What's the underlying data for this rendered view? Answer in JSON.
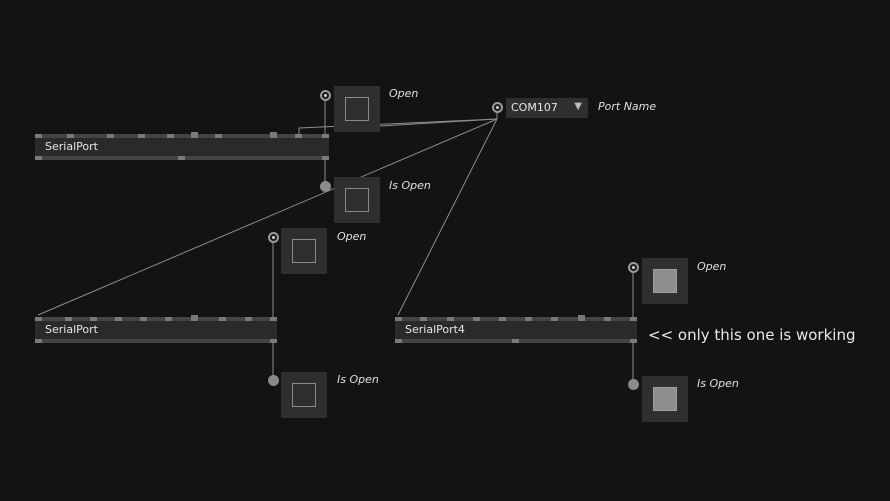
{
  "nodes": {
    "serialport_a": {
      "title": "SerialPort"
    },
    "serialport_b": {
      "title": "SerialPort"
    },
    "serialport_c": {
      "title": "SerialPort4"
    }
  },
  "labels": {
    "open": "Open",
    "is_open": "Is Open",
    "port_name": "Port Name"
  },
  "port_selector": {
    "value": "COM107",
    "arrow": "▼"
  },
  "annotation": "<< only this one is working",
  "states": {
    "a": {
      "open": false,
      "is_open": false
    },
    "b": {
      "open": false,
      "is_open": false
    },
    "c": {
      "open": true,
      "is_open": true
    }
  }
}
